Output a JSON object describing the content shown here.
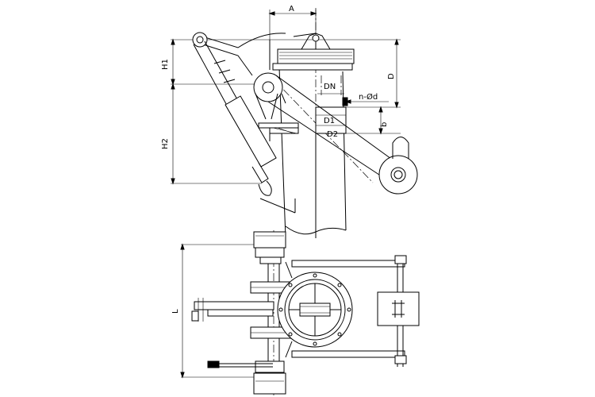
{
  "labels": {
    "A": "A",
    "DN": "DN",
    "n_phi_d": "n-Ød",
    "D": "D",
    "D1": "D1",
    "D2": "D2",
    "b": "b",
    "H1": "H1",
    "H2": "H2",
    "L": "L"
  },
  "colors": {
    "line": "#000000",
    "background": "#ffffff"
  }
}
